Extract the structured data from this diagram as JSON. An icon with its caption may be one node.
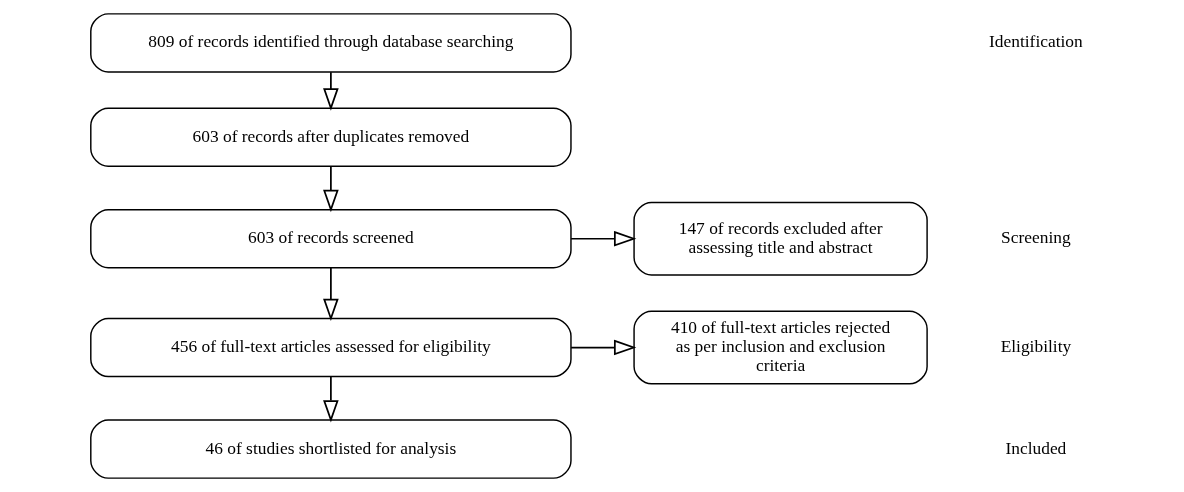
{
  "diagram": {
    "nodes": [
      {
        "text": [
          "809 of records identified through database searching"
        ]
      },
      {
        "text": [
          "603 of records after duplicates removed"
        ]
      },
      {
        "text": [
          "603 of records screened"
        ]
      },
      {
        "text": [
          "147 of records excluded after assessing title and abstract"
        ]
      },
      {
        "text": [
          "456 of full-text articles assessed for eligibility"
        ]
      },
      {
        "text": [
          "410 of full-text articles rejected as per inclusion and exclusion criteria"
        ]
      },
      {
        "text": [
          "46 of studies shortlisted for analysis"
        ]
      }
    ],
    "edges": [
      {
        "from": 0,
        "to": 1,
        "arrow": "to"
      },
      {
        "from": 1,
        "to": 2,
        "arrow": "to"
      },
      {
        "from": 2,
        "to": 3,
        "arrow": "to"
      },
      {
        "from": 2,
        "to": 4,
        "arrow": "to"
      },
      {
        "from": 4,
        "to": 5,
        "arrow": "to"
      },
      {
        "from": 4,
        "to": 6,
        "arrow": "to"
      }
    ],
    "labels": [
      "Identification",
      "Screening",
      "Eligibility",
      "Included"
    ]
  }
}
